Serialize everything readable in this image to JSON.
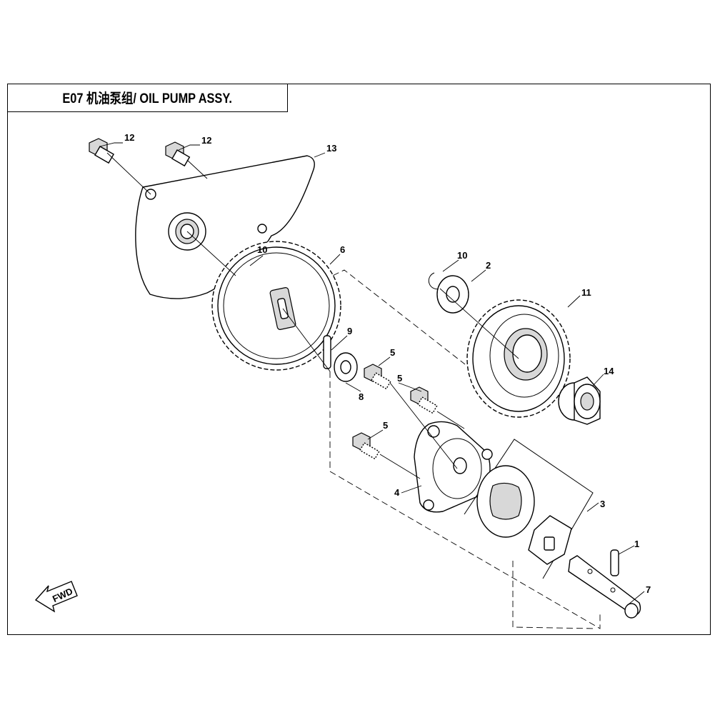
{
  "title": "E07 机油泵组/ OIL PUMP ASSY.",
  "fwd_label": "FWD",
  "callouts": [
    {
      "id": "12a",
      "label": "12"
    },
    {
      "id": "12b",
      "label": "12"
    },
    {
      "id": "13",
      "label": "13"
    },
    {
      "id": "10a",
      "label": "10"
    },
    {
      "id": "6",
      "label": "6"
    },
    {
      "id": "9",
      "label": "9"
    },
    {
      "id": "8",
      "label": "8"
    },
    {
      "id": "5a",
      "label": "5"
    },
    {
      "id": "5b",
      "label": "5"
    },
    {
      "id": "5c",
      "label": "5"
    },
    {
      "id": "10b",
      "label": "10"
    },
    {
      "id": "2",
      "label": "2"
    },
    {
      "id": "11",
      "label": "11"
    },
    {
      "id": "14",
      "label": "14"
    },
    {
      "id": "4",
      "label": "4"
    },
    {
      "id": "3",
      "label": "3"
    },
    {
      "id": "1",
      "label": "1"
    },
    {
      "id": "7",
      "label": "7"
    }
  ]
}
